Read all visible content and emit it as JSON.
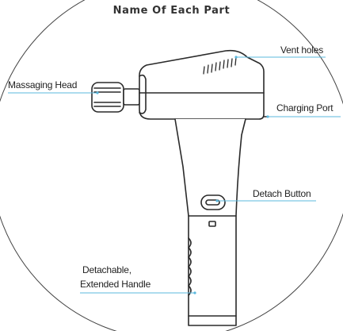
{
  "title": "Name Of Each Part",
  "labels": {
    "vent_holes": "Vent holes",
    "massaging_head": "Massaging Head",
    "charging_port": "Charging Port",
    "detach_button": "Detach Button",
    "detachable_line1": "Detachable,",
    "detachable_line2": "Extended Handle"
  },
  "colors": {
    "leader_line": "#5bb8de",
    "outline": "#2a2a2a",
    "circle": "#444444"
  }
}
